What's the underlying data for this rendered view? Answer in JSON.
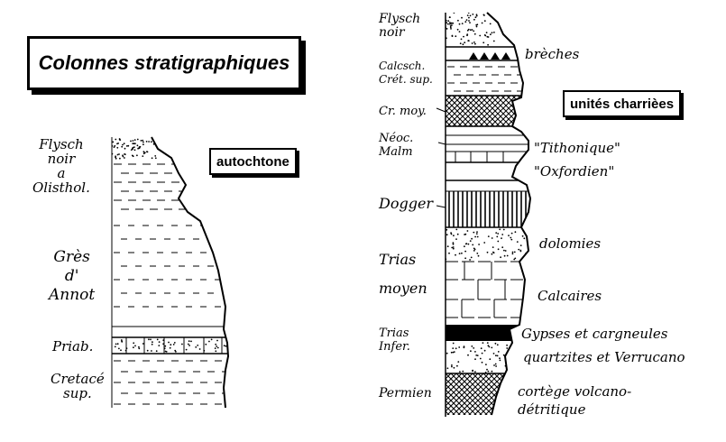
{
  "title": "Colonnes stratigraphiques",
  "tags": {
    "autochtone": "autochtone",
    "charriees": "unités charrièes"
  },
  "left_labels": {
    "flysch": "Flysch\nnoir\na\nOlisthol.",
    "gres": "Grès\nd'\nAnnot",
    "priab": "Priab.",
    "cretace": "Cretacé\nsup."
  },
  "right_labels": {
    "flysch": "Flysch\nnoir",
    "calcsch": "Calcsch.\nCrét. sup.",
    "crmoy": "Cr. moy.",
    "neoc": "Néoc.\nMalm",
    "dogger": "Dogger",
    "trias_moyen": "Trias\nmoyen",
    "trias_infer": "Trias\nInfer.",
    "permien": "Permien"
  },
  "annotations": {
    "breches": "brèches",
    "tithonique": "\"Tithonique\"",
    "oxfordien": "\"Oxfordien\"",
    "dolomies": "dolomies",
    "calcaires": "Calcaires",
    "gypses": "Gypses et cargneules",
    "quartzites": "quartzites et Verrucano",
    "cortege": "cortège volcano-\ndétritique"
  }
}
